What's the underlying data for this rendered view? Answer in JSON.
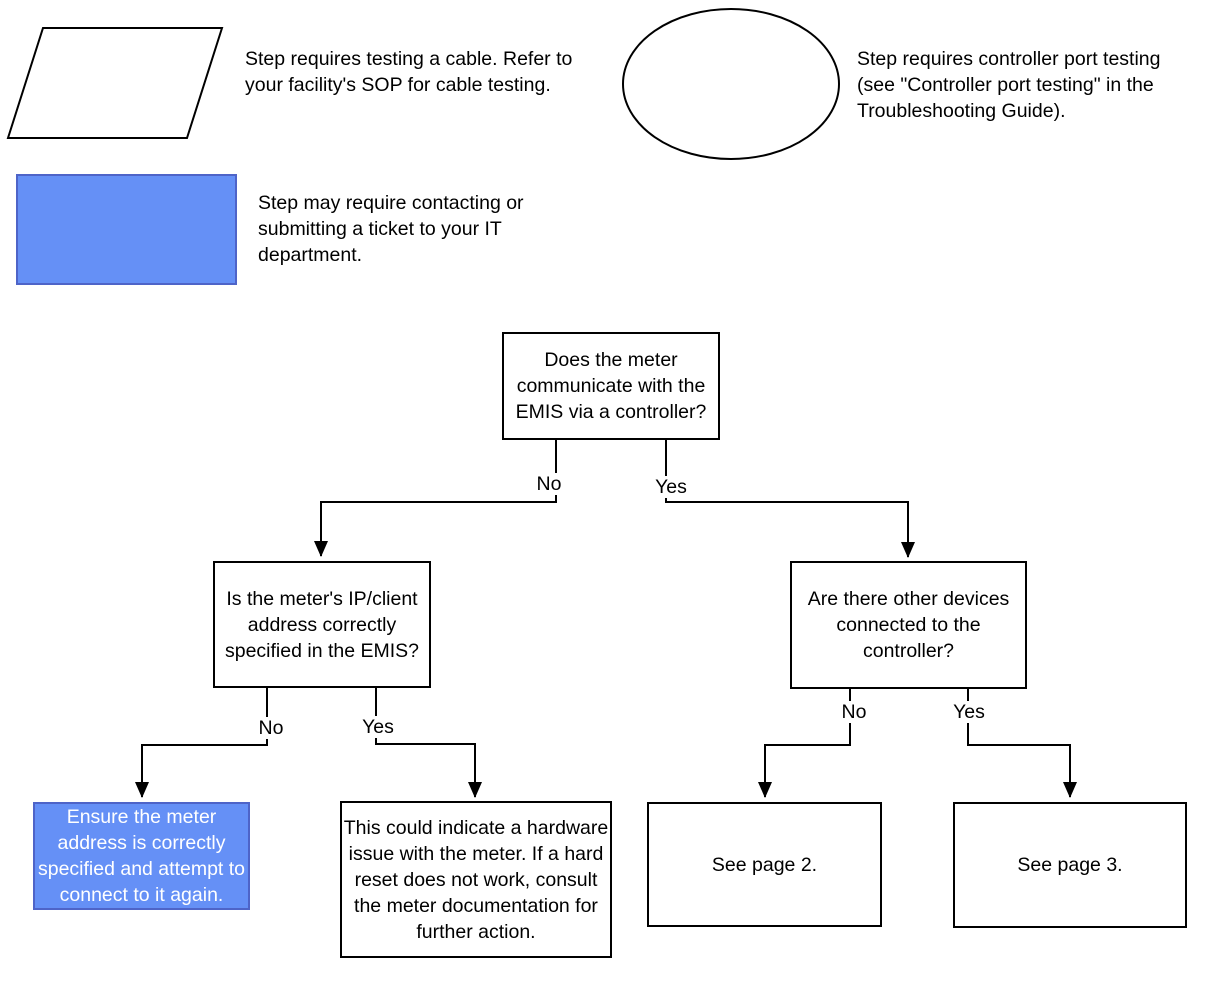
{
  "colors": {
    "blue_fill": "#6590f6",
    "blue_border": "#4e64c8",
    "line_color": "#000000",
    "box_background": "#ffffff"
  },
  "legend": {
    "cable": {
      "shape": "parallelogram",
      "text": "Step requires testing a cable. Refer to your facility's SOP for cable testing."
    },
    "controller_port": {
      "shape": "ellipse",
      "text": "Step requires controller port testing (see \"Controller port testing\" in the Troubleshooting Guide)."
    },
    "it_ticket": {
      "shape": "blue-rectangle",
      "text": "Step may require contacting or submitting a ticket to your IT department."
    }
  },
  "flowchart": {
    "branch_labels": {
      "no": "No",
      "yes": "Yes"
    },
    "root_question": "Does the meter communicate with the EMIS via a controller?",
    "left_question": "Is the meter's IP/client address correctly specified in the EMIS?",
    "right_question": "Are there other devices connected to the controller?",
    "blue_action": "Ensure the meter address is correctly specified and attempt to connect to it again.",
    "hardware_note": "This could indicate a hardware issue with the meter. If a hard reset does not work, consult the meter documentation for further action.",
    "see_page_2": "See page 2.",
    "see_page_3": "See page 3."
  }
}
